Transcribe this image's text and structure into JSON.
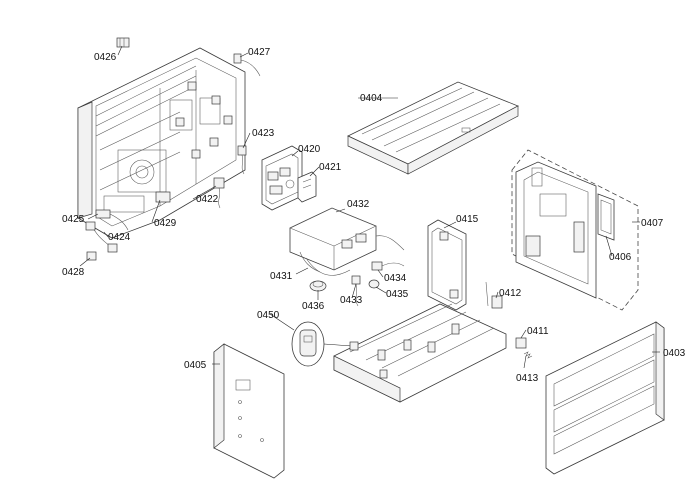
{
  "callouts": {
    "c0403": "0403",
    "c0404": "0404",
    "c0405": "0405",
    "c0406": "0406",
    "c0407": "0407",
    "c0411": "0411",
    "c0412": "0412",
    "c0413": "0413",
    "c0415": "0415",
    "c0420": "0420",
    "c0421": "0421",
    "c0422": "0422",
    "c0423": "0423",
    "c0424": "0424",
    "c0425": "0425",
    "c0426": "0426",
    "c0427": "0427",
    "c0428": "0428",
    "c0429": "0429",
    "c0431": "0431",
    "c0432": "0432",
    "c0433": "0433",
    "c0434": "0434",
    "c0435": "0435",
    "c0436": "0436",
    "c0450": "0450"
  }
}
